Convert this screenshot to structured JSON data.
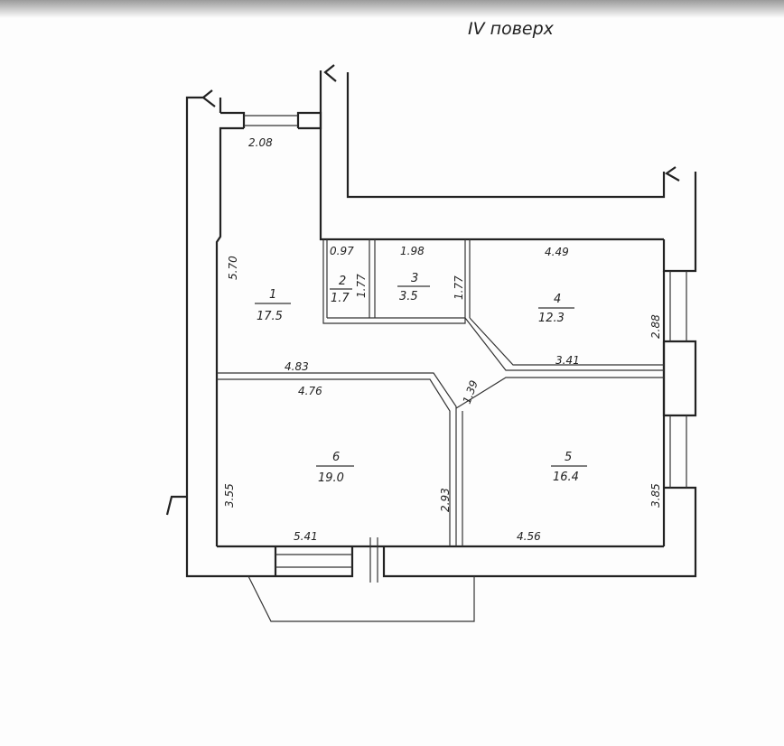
{
  "title": "IV поверх",
  "rooms": [
    {
      "number": "1",
      "area": "17.5"
    },
    {
      "number": "2",
      "area": "1.7"
    },
    {
      "number": "3",
      "area": "3.5"
    },
    {
      "number": "4",
      "area": "12.3"
    },
    {
      "number": "5",
      "area": "16.4"
    },
    {
      "number": "6",
      "area": "19.0"
    }
  ],
  "dimensions": {
    "room1_top": "2.08",
    "room1_left": "5.70",
    "room1_bottom": "4.83",
    "room2_top": "0.97",
    "room2_side": "1.77",
    "room3_top": "1.98",
    "room3_side": "1.77",
    "room4_top": "4.49",
    "room4_right": "2.88",
    "room4_bottom": "3.41",
    "corridor": "1.39",
    "room6_top": "4.76",
    "room6_left": "3.55",
    "room6_right": "2.93",
    "room6_bottom": "5.41",
    "room5_right": "3.85",
    "room5_bottom": "4.56"
  }
}
